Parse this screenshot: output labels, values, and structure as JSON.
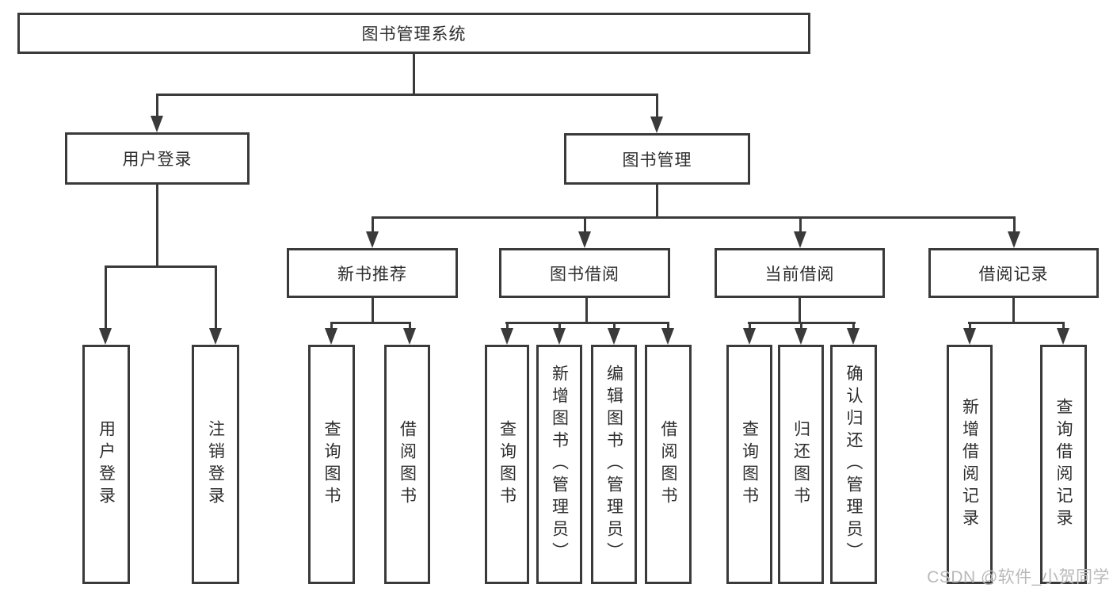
{
  "diagram_title": "图书管理系统",
  "nodes": {
    "root": "图书管理系统",
    "user_login": "用户登录",
    "book_mgmt": "图书管理",
    "new_book_rec": "新书推荐",
    "book_borrow": "图书借阅",
    "current_borrow": "当前借阅",
    "borrow_records": "借阅记录",
    "leaf_user_login": "用户登录",
    "leaf_logout": "注销登录",
    "leaf_rec_query_books": "查询图书",
    "leaf_rec_borrow_books": "借阅图书",
    "leaf_bb_query_books": "查询图书",
    "leaf_bb_add_books": "新增图书（管理员）",
    "leaf_bb_edit_books": "编辑图书（管理员）",
    "leaf_bb_borrow_books": "借阅图书",
    "leaf_cb_query_books": "查询图书",
    "leaf_cb_return_books": "归还图书",
    "leaf_cb_confirm_return": "确认归还（管理员）",
    "leaf_br_add_record": "新增借阅记录",
    "leaf_br_query_record": "查询借阅记录"
  },
  "hierarchy": {
    "图书管理系统": {
      "用户登录": [
        "用户登录",
        "注销登录"
      ],
      "图书管理": {
        "新书推荐": [
          "查询图书",
          "借阅图书"
        ],
        "图书借阅": [
          "查询图书",
          "新增图书（管理员）",
          "编辑图书（管理员）",
          "借阅图书"
        ],
        "当前借阅": [
          "查询图书",
          "归还图书",
          "确认归还（管理员）"
        ],
        "借阅记录": [
          "新增借阅记录",
          "查询借阅记录"
        ]
      }
    }
  },
  "watermark": "CSDN @软件_小贺同学",
  "colors": {
    "line": "#3a3a3a",
    "text": "#2e2e2e",
    "watermark": "#b9b9b9",
    "background": "#ffffff"
  }
}
